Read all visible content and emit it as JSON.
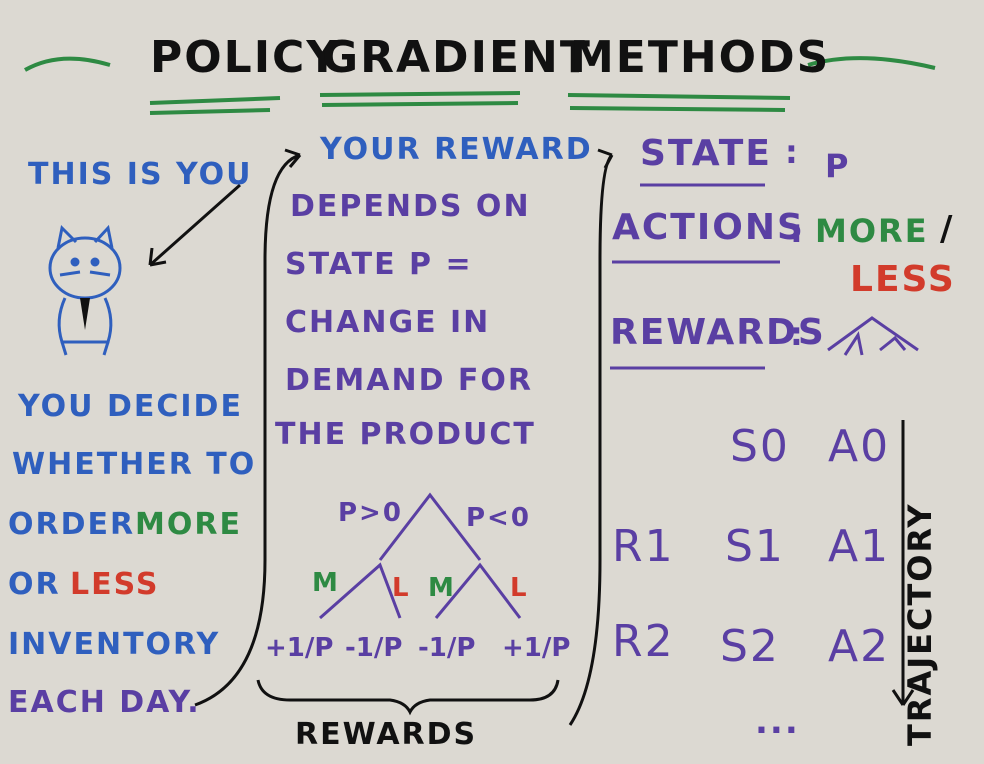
{
  "title": {
    "word1": "POLICY",
    "word2": "GRADIENT",
    "word3": "METHODS"
  },
  "left": {
    "this_is_you": "THIS IS YOU",
    "decide_line1": "YOU DECIDE",
    "decide_line2": "WHETHER TO",
    "decide_line3a": "ORDER",
    "decide_line3b": "MORE",
    "decide_line4a": "OR",
    "decide_line4b": "LESS",
    "decide_line5": "INVENTORY",
    "decide_line6": "EACH DAY."
  },
  "middle": {
    "line1": "YOUR REWARD",
    "line2": "DEPENDS ON",
    "line3": "STATE P =",
    "line4": "CHANGE IN",
    "line5": "DEMAND FOR",
    "line6": "THE PRODUCT",
    "tree": {
      "left_branch": "P>0",
      "right_branch": "P<0",
      "m1": "M",
      "l1": "L",
      "m2": "M",
      "l2": "L",
      "r1": "+1/P",
      "r2": "-1/P",
      "r3": "-1/P",
      "r4": "+1/P"
    },
    "rewards_label": "REWARDS"
  },
  "right": {
    "state_label": "STATE",
    "state_colon": ":",
    "state_value": "P",
    "actions_label": "ACTIONS",
    "actions_colon": ":",
    "actions_more": "MORE",
    "actions_slash": "/",
    "actions_less": "LESS",
    "rewards_label": "REWARDS",
    "rewards_colon": ":",
    "trajectory": {
      "s0": "S0",
      "a0": "A0",
      "r1": "R1",
      "s1": "S1",
      "a1": "A1",
      "r2": "R2",
      "s2": "S2",
      "a2": "A2",
      "ellipsis": "..."
    },
    "trajectory_label": "TRAJECTORY"
  },
  "colors": {
    "blue": "#2f5fbe",
    "purple": "#5a3fa3",
    "green": "#2e8a43",
    "red": "#d23b2b",
    "black": "#111111"
  }
}
